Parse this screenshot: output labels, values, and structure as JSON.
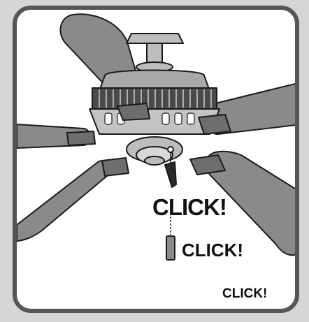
{
  "illustration": {
    "subject": "ceiling-fan-pull-chain",
    "colors": {
      "frame": "#d6d6d6",
      "border": "#565656",
      "background": "#ffffff",
      "blade": "#8a8a8a",
      "line": "#1a1a1a",
      "body": "#bdbdbd"
    }
  },
  "labels": {
    "click_large": "CLICK!",
    "click_medium": "CLICK!",
    "click_small": "CLICK!"
  }
}
